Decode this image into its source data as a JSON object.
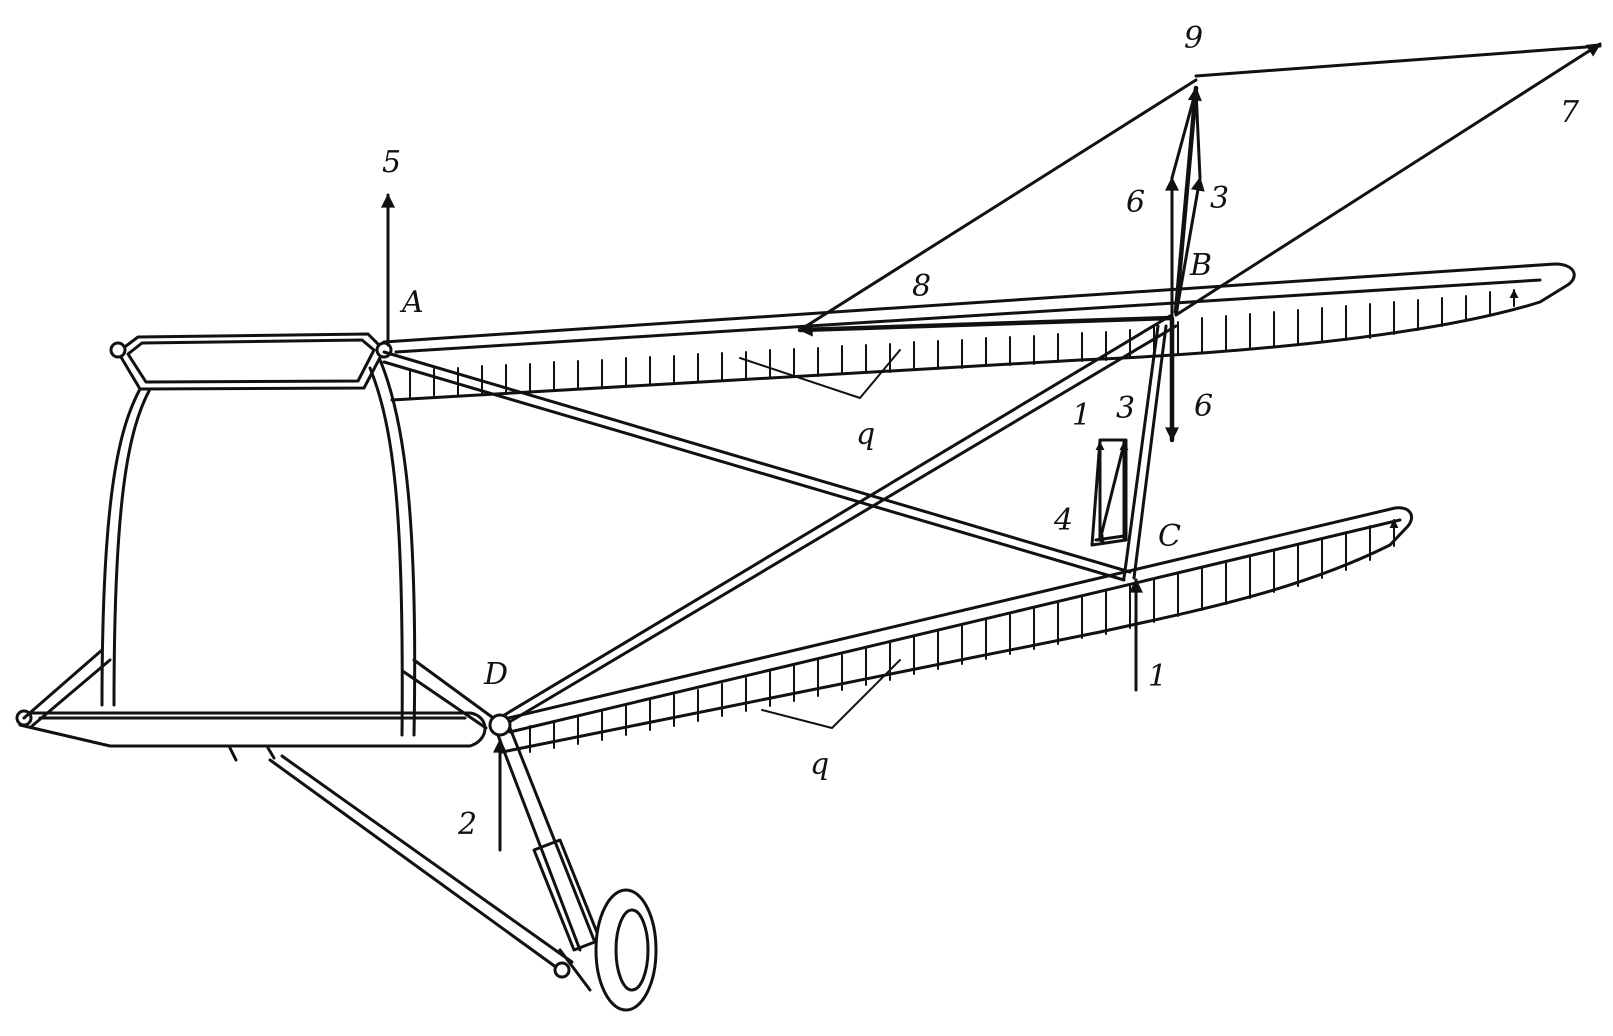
{
  "colors": {
    "ink": "#111111",
    "paper": "#ffffff"
  },
  "labels": {
    "point_a": "A",
    "point_b": "B",
    "point_c": "C",
    "point_d": "D",
    "force_1_bottom": "1",
    "force_1_small": "1",
    "force_2": "2",
    "force_3_top": "3",
    "force_3_mid": "3",
    "force_4": "4",
    "force_5": "5",
    "force_6_top": "6",
    "force_6_bottom": "6",
    "force_7": "7",
    "force_8": "8",
    "force_9": "9",
    "load_q_upper": "q",
    "load_q_lower": "q"
  }
}
